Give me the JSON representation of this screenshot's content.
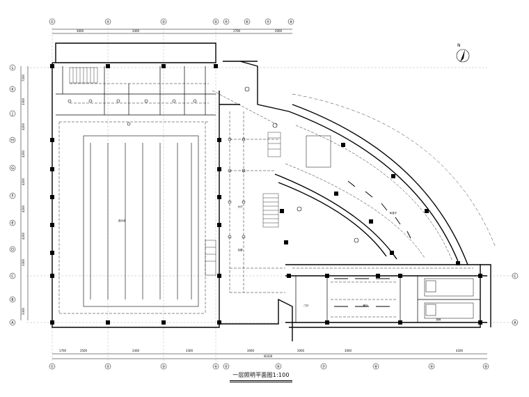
{
  "title": "一层照明平面图1:100",
  "north_label": "N",
  "axis_numbers_top": [
    "①",
    "②",
    "③",
    "④",
    "⑤",
    "⑥",
    "⑦",
    "⑧"
  ],
  "axis_numbers_bottom": [
    "①",
    "②",
    "③",
    "④",
    "⑤",
    "⑥",
    "⑦",
    "⑧",
    "⑨",
    "⑩"
  ],
  "axis_letters_left": [
    "L",
    "K",
    "J",
    "H",
    "G",
    "F",
    "E",
    "D",
    "C",
    "B",
    "A"
  ],
  "axis_letters_right": [
    "C",
    "A"
  ],
  "dims_top": [
    "3600",
    "3400",
    "1700",
    "2000"
  ],
  "dims_bottom": [
    "1700",
    "3500",
    "3300",
    "3300",
    "3000",
    "3000",
    "3000",
    "4200"
  ],
  "dims_bottom_total": "40200",
  "dims_left": [
    "7200",
    "3300",
    "4200",
    "4200",
    "4200",
    "4200",
    "4200",
    "3300",
    "3300"
  ],
  "room_labels": [
    "游泳池",
    "大厅",
    "走廊",
    "餐厅",
    "厨房",
    "休息厅",
    "门厅"
  ]
}
